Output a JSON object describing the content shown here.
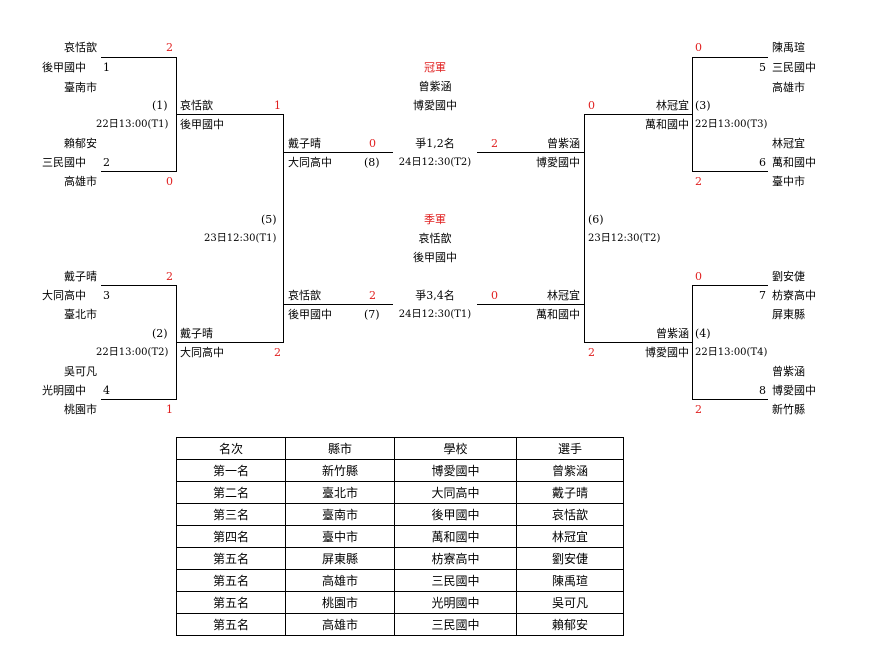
{
  "players": {
    "p1": {
      "name": "哀恬歆",
      "school": "後甲國中",
      "num": "1",
      "city": "臺南市",
      "score": "2"
    },
    "p2": {
      "name": "賴郁安",
      "school": "三民國中",
      "num": "2",
      "city": "高雄市",
      "score": "0"
    },
    "p3": {
      "name": "戴子晴",
      "school": "大同高中",
      "num": "3",
      "city": "臺北市",
      "score": "2"
    },
    "p4": {
      "name": "吳可凡",
      "school": "光明國中",
      "num": "4",
      "city": "桃園市",
      "score": "1"
    },
    "p5": {
      "name": "陳禹瑄",
      "school": "三民國中",
      "num": "5",
      "city": "高雄市",
      "score": "0"
    },
    "p6": {
      "name": "林冠宜",
      "school": "萬和國中",
      "num": "6",
      "city": "臺中市",
      "score": "2"
    },
    "p7": {
      "name": "劉安倢",
      "school": "枋寮高中",
      "num": "7",
      "city": "屏東縣",
      "score": "0"
    },
    "p8": {
      "name": "曾紫涵",
      "school": "博愛國中",
      "num": "8",
      "city": "新竹縣",
      "score": "2"
    }
  },
  "matches": {
    "m1": {
      "label": "(1)",
      "time": "22日13:00(T1)",
      "winner": "哀恬歆",
      "school": "後甲國中",
      "score": "1"
    },
    "m2": {
      "label": "(2)",
      "time": "22日13:00(T2)",
      "winner": "戴子晴",
      "school": "大同高中",
      "score": "2"
    },
    "m3": {
      "label": "(3)",
      "time": "22日13:00(T3)",
      "winner": "林冠宜",
      "school": "萬和國中",
      "score": "0"
    },
    "m4": {
      "label": "(4)",
      "time": "22日13:00(T4)",
      "winner": "曾紫涵",
      "school": "博愛國中",
      "score": "2"
    },
    "m5": {
      "label": "(5)",
      "time": "23日12:30(T1)"
    },
    "m6": {
      "label": "(6)",
      "time": "23日12:30(T2)"
    },
    "m7": {
      "label": "(7)",
      "time": "24日12:30(T1)"
    },
    "m8": {
      "label": "(8)",
      "time": "24日12:30(T2)"
    }
  },
  "final": {
    "title": "爭1,2名",
    "left": {
      "name": "戴子晴",
      "school": "大同高中",
      "score": "0"
    },
    "right": {
      "name": "曾紫涵",
      "school": "博愛國中",
      "score": "2"
    }
  },
  "third": {
    "title": "爭3,4名",
    "left": {
      "name": "哀恬歆",
      "school": "後甲國中",
      "score": "2"
    },
    "right": {
      "name": "林冠宜",
      "school": "萬和國中",
      "score": "0"
    }
  },
  "champion": {
    "heading": "冠軍",
    "name": "曾紫涵",
    "school": "博愛國中"
  },
  "third_place": {
    "heading": "季軍",
    "name": "哀恬歆",
    "school": "後甲國中"
  },
  "ranking": {
    "headers": [
      "名次",
      "縣市",
      "學校",
      "選手"
    ],
    "rows": [
      [
        "第一名",
        "新竹縣",
        "博愛國中",
        "曾紫涵"
      ],
      [
        "第二名",
        "臺北市",
        "大同高中",
        "戴子晴"
      ],
      [
        "第三名",
        "臺南市",
        "後甲國中",
        "哀恬歆"
      ],
      [
        "第四名",
        "臺中市",
        "萬和國中",
        "林冠宜"
      ],
      [
        "第五名",
        "屏東縣",
        "枋寮高中",
        "劉安倢"
      ],
      [
        "第五名",
        "高雄市",
        "三民國中",
        "陳禹瑄"
      ],
      [
        "第五名",
        "桃園市",
        "光明國中",
        "吳可凡"
      ],
      [
        "第五名",
        "高雄市",
        "三民國中",
        "賴郁安"
      ]
    ]
  },
  "colors": {
    "score": "#e02020",
    "line": "#000000"
  }
}
